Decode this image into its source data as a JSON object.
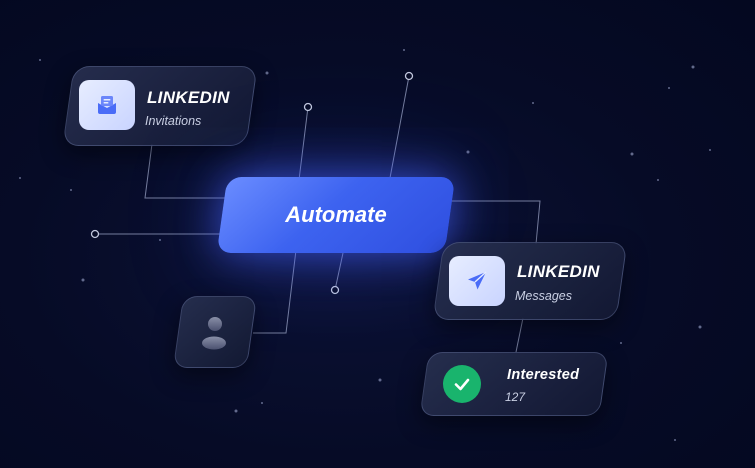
{
  "automate": {
    "label": "Automate"
  },
  "cards": {
    "invitations": {
      "title": "LINKEDIN",
      "subtitle": "Invitations"
    },
    "messages": {
      "title": "LINKEDIN",
      "subtitle": "Messages"
    },
    "interested": {
      "title": "Interested",
      "count": "127"
    }
  },
  "colors": {
    "background": "#060b26",
    "accent": "#3d63f0",
    "success": "#19b46d",
    "icon_blue": "#4a6cf7"
  },
  "icons": [
    "mailbox-icon",
    "send-icon",
    "checkmark-icon",
    "user-avatar-icon"
  ]
}
